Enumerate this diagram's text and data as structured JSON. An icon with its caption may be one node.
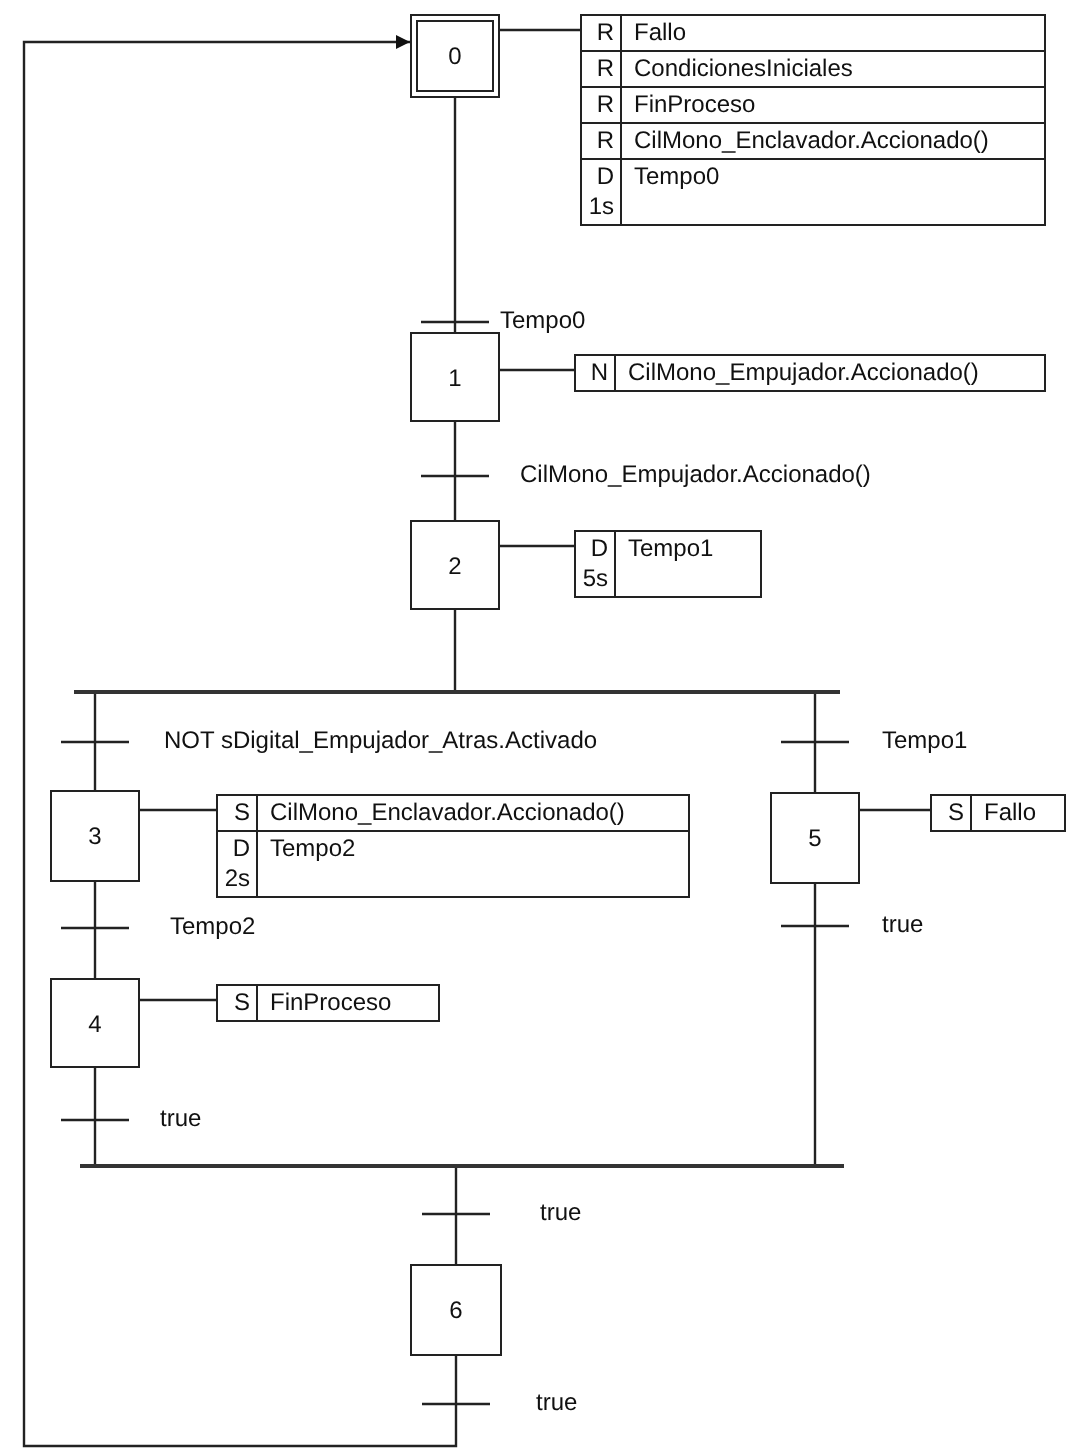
{
  "diagram": {
    "nodes": [
      {
        "text": [
          "0"
        ]
      },
      {
        "text": [],
        "shape": "box"
      },
      {
        "text": [
          "R",
          "Fallo"
        ],
        "in": 1
      },
      {
        "text": [
          "R",
          "CondicionesIniciales"
        ],
        "in": 1
      },
      {
        "text": [
          "R",
          "FinProceso"
        ],
        "in": 1
      },
      {
        "text": [
          "R",
          "CilMono_Enclavador.Accionado()"
        ],
        "in": 1
      },
      {
        "text": [
          "D 1s",
          "Tempo0"
        ],
        "in": 1
      },
      {
        "text": [
          "1"
        ]
      },
      {
        "text": [],
        "shape": "box"
      },
      {
        "text": [
          "N",
          "CilMono_Empujador.Accionado()"
        ],
        "in": 8
      },
      {
        "text": [
          "2"
        ]
      },
      {
        "text": [],
        "shape": "box"
      },
      {
        "text": [
          "D 5s",
          "Tempo1"
        ],
        "in": 11
      },
      {
        "text": [],
        "shape": "bar"
      },
      {
        "text": [
          "3"
        ]
      },
      {
        "text": [],
        "shape": "box"
      },
      {
        "text": [
          "S",
          "CilMono_Enclavador.Accionado()"
        ],
        "in": 15
      },
      {
        "text": [
          "D 2s",
          "Tempo2"
        ],
        "in": 15
      },
      {
        "text": [
          "5"
        ]
      },
      {
        "text": [],
        "shape": "box"
      },
      {
        "text": [
          "S",
          "Fallo"
        ],
        "in": 19
      },
      {
        "text": [
          "4"
        ]
      },
      {
        "text": [],
        "shape": "box"
      },
      {
        "text": [
          "S",
          "FinProceso"
        ],
        "in": 22
      },
      {
        "text": [],
        "shape": "bar"
      },
      {
        "text": [
          "6"
        ]
      }
    ],
    "edges": [
      {
        "from": 0,
        "to": 1,
        "arrow": "none"
      },
      {
        "from": 0,
        "to": 7,
        "arrow": "none",
        "label": "Tempo0"
      },
      {
        "from": 7,
        "to": 8,
        "arrow": "none"
      },
      {
        "from": 7,
        "to": 10,
        "arrow": "none",
        "label": "CilMono_Empujador.Accionado()"
      },
      {
        "from": 10,
        "to": 11,
        "arrow": "none"
      },
      {
        "from": 10,
        "to": 13,
        "arrow": "none"
      },
      {
        "from": 13,
        "to": 14,
        "arrow": "none",
        "label": "NOT sDigital_Empujador_Atras.Activado"
      },
      {
        "from": 13,
        "to": 18,
        "arrow": "none",
        "label": "Tempo1"
      },
      {
        "from": 14,
        "to": 15,
        "arrow": "none"
      },
      {
        "from": 18,
        "to": 19,
        "arrow": "none"
      },
      {
        "from": 14,
        "to": 21,
        "arrow": "none",
        "label": "Tempo2"
      },
      {
        "from": 21,
        "to": 22,
        "arrow": "none"
      },
      {
        "from": 21,
        "to": 24,
        "arrow": "none",
        "label": "true"
      },
      {
        "from": 18,
        "to": 24,
        "arrow": "none",
        "label": "true"
      },
      {
        "from": 24,
        "to": 25,
        "arrow": "none",
        "label": "true"
      },
      {
        "from": 25,
        "to": 0,
        "arrow": "to",
        "label": "true"
      }
    ]
  }
}
